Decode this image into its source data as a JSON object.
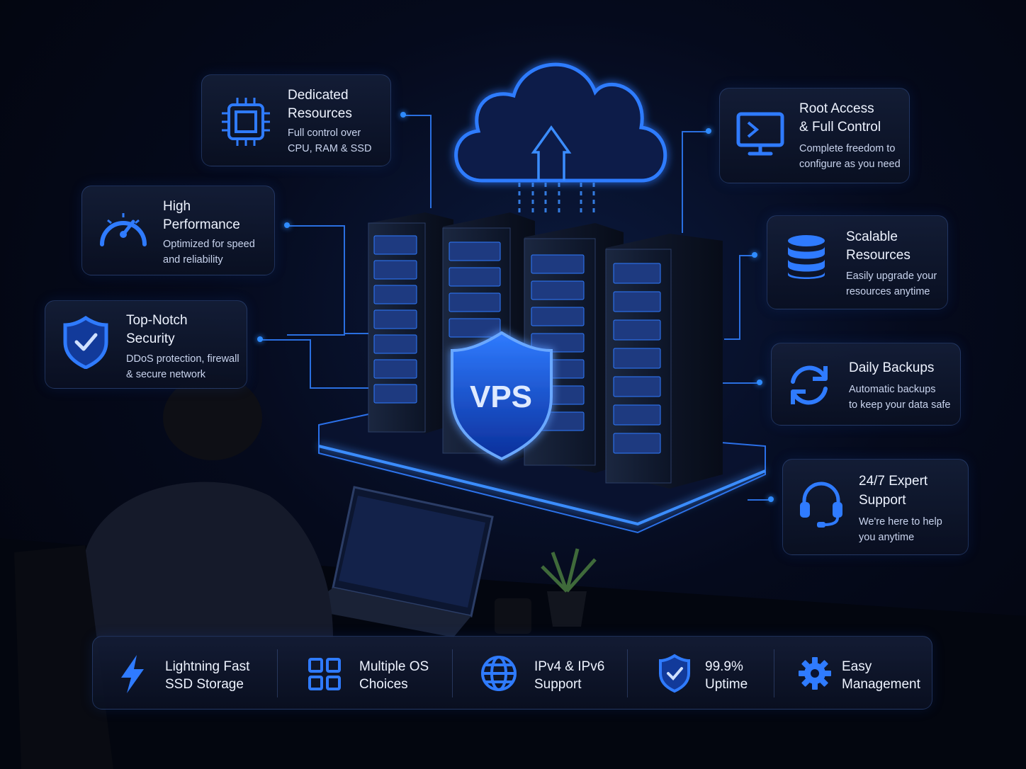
{
  "features": {
    "dedicated": {
      "title_1": "Dedicated",
      "title_2": "Resources",
      "desc_1": "Full control over",
      "desc_2": "CPU, RAM & SSD",
      "icon": "cpu-chip-icon"
    },
    "performance": {
      "title_1": "High",
      "title_2": "Performance",
      "desc_1": "Optimized for speed",
      "desc_2": "and reliability",
      "icon": "speedometer-icon"
    },
    "security": {
      "title_1": "Top-Notch",
      "title_2": "Security",
      "desc_1": "DDoS protection, firewall",
      "desc_2": "& secure network",
      "icon": "shield-check-icon"
    },
    "root": {
      "title_1": "Root Access",
      "title_2": "& Full Control",
      "desc_1": "Complete freedom to",
      "desc_2": "configure as you need",
      "icon": "terminal-monitor-icon"
    },
    "scalable": {
      "title_1": "Scalable",
      "title_2": "Resources",
      "desc_1": "Easily upgrade your",
      "desc_2": "resources anytime",
      "icon": "database-icon"
    },
    "backups": {
      "title_1": "Daily Backups",
      "desc_1": "Automatic backups",
      "desc_2": "to keep your data safe",
      "icon": "refresh-icon"
    },
    "support": {
      "title_1": "24/7 Expert",
      "title_2": "Support",
      "desc_1": "We're here to help",
      "desc_2": "you anytime",
      "icon": "headset-icon"
    }
  },
  "center": {
    "shield_label": "VPS"
  },
  "bottom_bar": [
    {
      "line_1": "Lightning Fast",
      "line_2": "SSD Storage",
      "icon": "lightning-icon"
    },
    {
      "line_1": "Multiple OS",
      "line_2": "Choices",
      "icon": "grid-icon"
    },
    {
      "line_1": "IPv4 & IPv6",
      "line_2": "Support",
      "icon": "globe-icon"
    },
    {
      "line_1": "99.9%",
      "line_2": "Uptime",
      "icon": "shield-check-icon"
    },
    {
      "line_1": "Easy",
      "line_2": "Management",
      "icon": "gear-icon"
    }
  ],
  "colors": {
    "accent": "#2f7bff",
    "glow": "#3b8dff",
    "background": "#050a1c"
  }
}
